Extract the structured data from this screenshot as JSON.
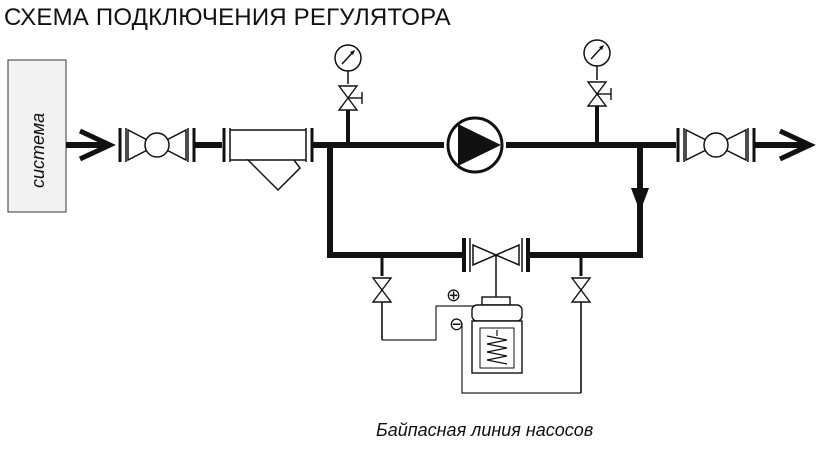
{
  "title": "СХЕМА ПОДКЛЮЧЕНИЯ РЕГУЛЯТОРА",
  "system_label": "система",
  "caption": "Байпасная линия насосов",
  "plus_sign": "⊕",
  "minus_sign": "⊖"
}
